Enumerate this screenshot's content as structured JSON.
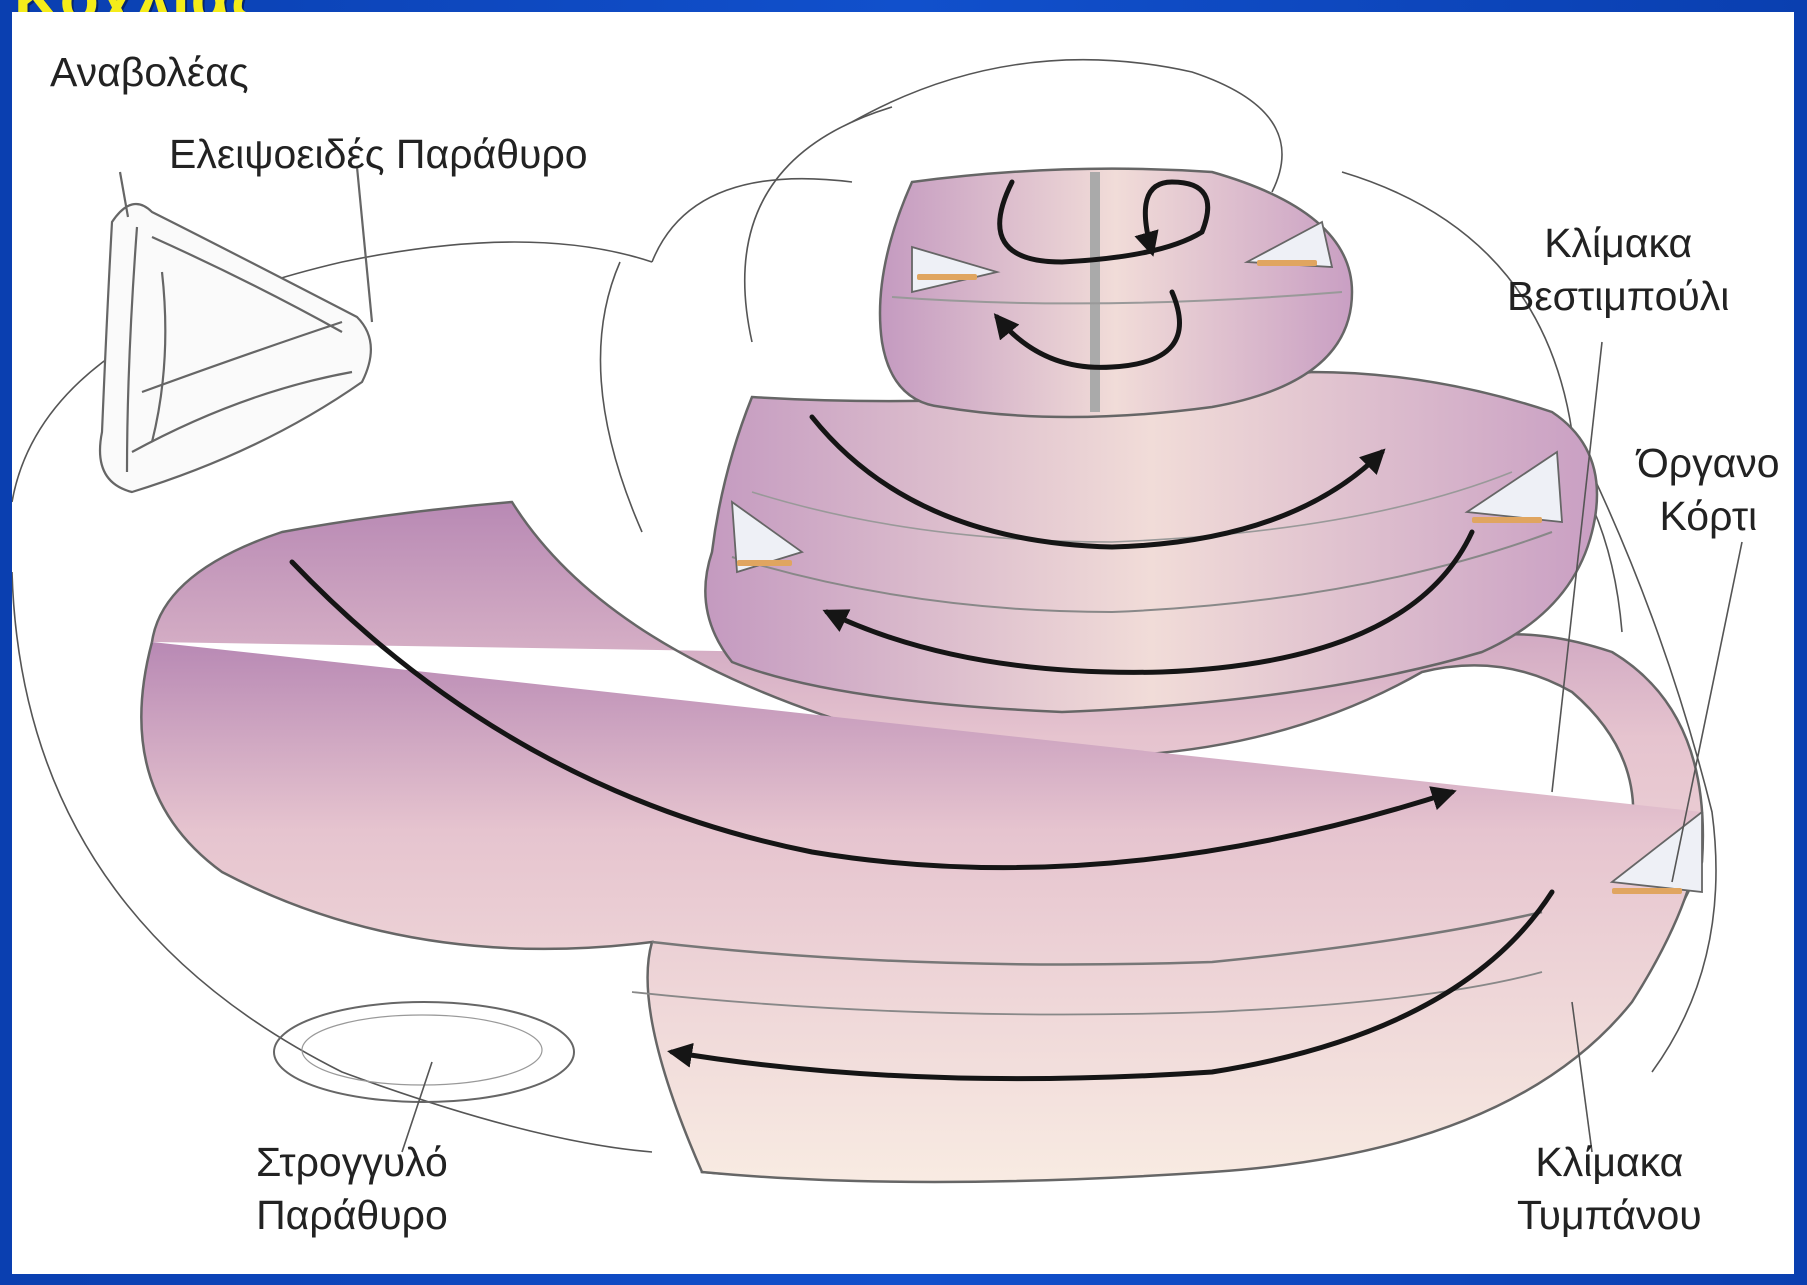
{
  "slide": {
    "title": "Κοχλίας"
  },
  "labels": {
    "stapes": "Αναβολέας",
    "oval_window": "Ελειψοειδές Παράθυρο",
    "scala_vestibuli_1": "Κλίμακα",
    "scala_vestibuli_2": "Βεστιμπούλι",
    "organ_of_corti_1": "Όργανο",
    "organ_of_corti_2": "Κόρτι",
    "round_window_1": "Στρογγυλό",
    "round_window_2": "Παράθυρο",
    "scala_tympani_1": "Κλίμακα",
    "scala_tympani_2": "Τυμπάνου"
  },
  "colors": {
    "background": "#1150cc",
    "title": "#f5ec1a",
    "panel": "#ffffff",
    "tissue": "#d9a9c9",
    "tissue_light": "#f7e3d6",
    "arrow": "#151515"
  }
}
